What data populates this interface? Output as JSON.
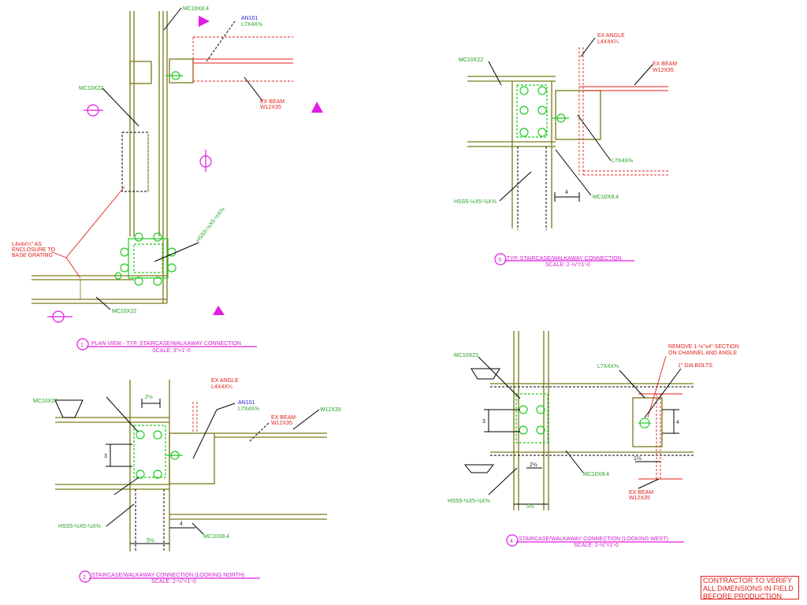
{
  "details": {
    "plan": {
      "number": "1",
      "title": "PLAN VIEW - TYP. STAIRCASE/WALKAWAY CONNECTION",
      "scale": "SCALE: 3\"=1'-0",
      "labels": {
        "mc_top": "MC10X8.4",
        "an101": "AN101",
        "l7": "L7X4X⅜",
        "mc22": "MC10X22",
        "ex_beam_1": "EX BEAM",
        "ex_beam_2": "W12X35",
        "hss": "HSS5-½X5-½X⅜",
        "encl_1": "L4x4x¼\" AS",
        "encl_2": "ENCLOSURE TO",
        "encl_3": "BASE GRATING",
        "mc22_bottom": "MC10X22"
      }
    },
    "typical": {
      "number": "3",
      "title": "TYP. STAIRCASE/WALKAWAY CONNECTION",
      "scale": "SCALE: 2-½\"=1'-0",
      "labels": {
        "ex_angle_1": "EX ANGLE",
        "ex_angle_2": "L4X4X¼",
        "mc22": "MC10X22",
        "ex_beam_1": "EX BEAM",
        "ex_beam_2": "W12X35",
        "l7": "L7X4X⅜",
        "dim4": "4",
        "mc84": "MC10X8.4",
        "hss": "HSS5-½X5-½X⅜"
      }
    },
    "north": {
      "number": "2",
      "title": "STAIRCASE/WALKAWAY CONNECTION (LOOKING NORTH)",
      "scale": "SCALE: 2-½\"=1'-0",
      "labels": {
        "mc22": "MC10X22",
        "dim_top": "2½",
        "ex_angle_1": "EX ANGLE",
        "ex_angle_2": "L4X4X¼",
        "an101": "AN101",
        "l7": "L7X4X⅜",
        "ex_beam_1": "EX BEAM",
        "ex_beam_2": "W12X35",
        "w12": "W12X35",
        "dim3": "3",
        "dim4": "4",
        "mc84": "MC10X8.4",
        "hss": "HSS5-½X5-½X⅜",
        "dim_bottom": "5½"
      }
    },
    "west": {
      "number": "4",
      "title": "STAIRCASE/WALKAWAY CONNECTION (LOOKING WEST)",
      "scale": "SCALE: 2-½\"=1'-0",
      "labels": {
        "mc22": "MC10X22",
        "l7": "L7X4X⅜",
        "remove_1": "REMOVE 1-½\"x4\" SECTION",
        "remove_2": "ON CHANNEL AND ANGLE",
        "bolts": "1\" DIA BOLTS",
        "dim3": "3",
        "dim4": "4",
        "dim_1_half": "1½",
        "dim_2_half": "2½",
        "mc84": "MC10X8.4",
        "ex_beam_1": "EX BEAM",
        "ex_beam_2": "W12X35",
        "hss": "HSS5-½X5-½X⅜",
        "dim_bottom": "5½"
      }
    }
  },
  "note": {
    "line1": "CONTRACTOR TO VERIFY",
    "line2": "ALL DIMENSIONS IN FIELD",
    "line3": "BEFORE PRODUCTION"
  },
  "colors": {
    "member": "#7a7a1a",
    "bolt": "#22cc22",
    "existing": "#e0201c",
    "callout": "#d11bd1",
    "reference": "#2222dd"
  }
}
